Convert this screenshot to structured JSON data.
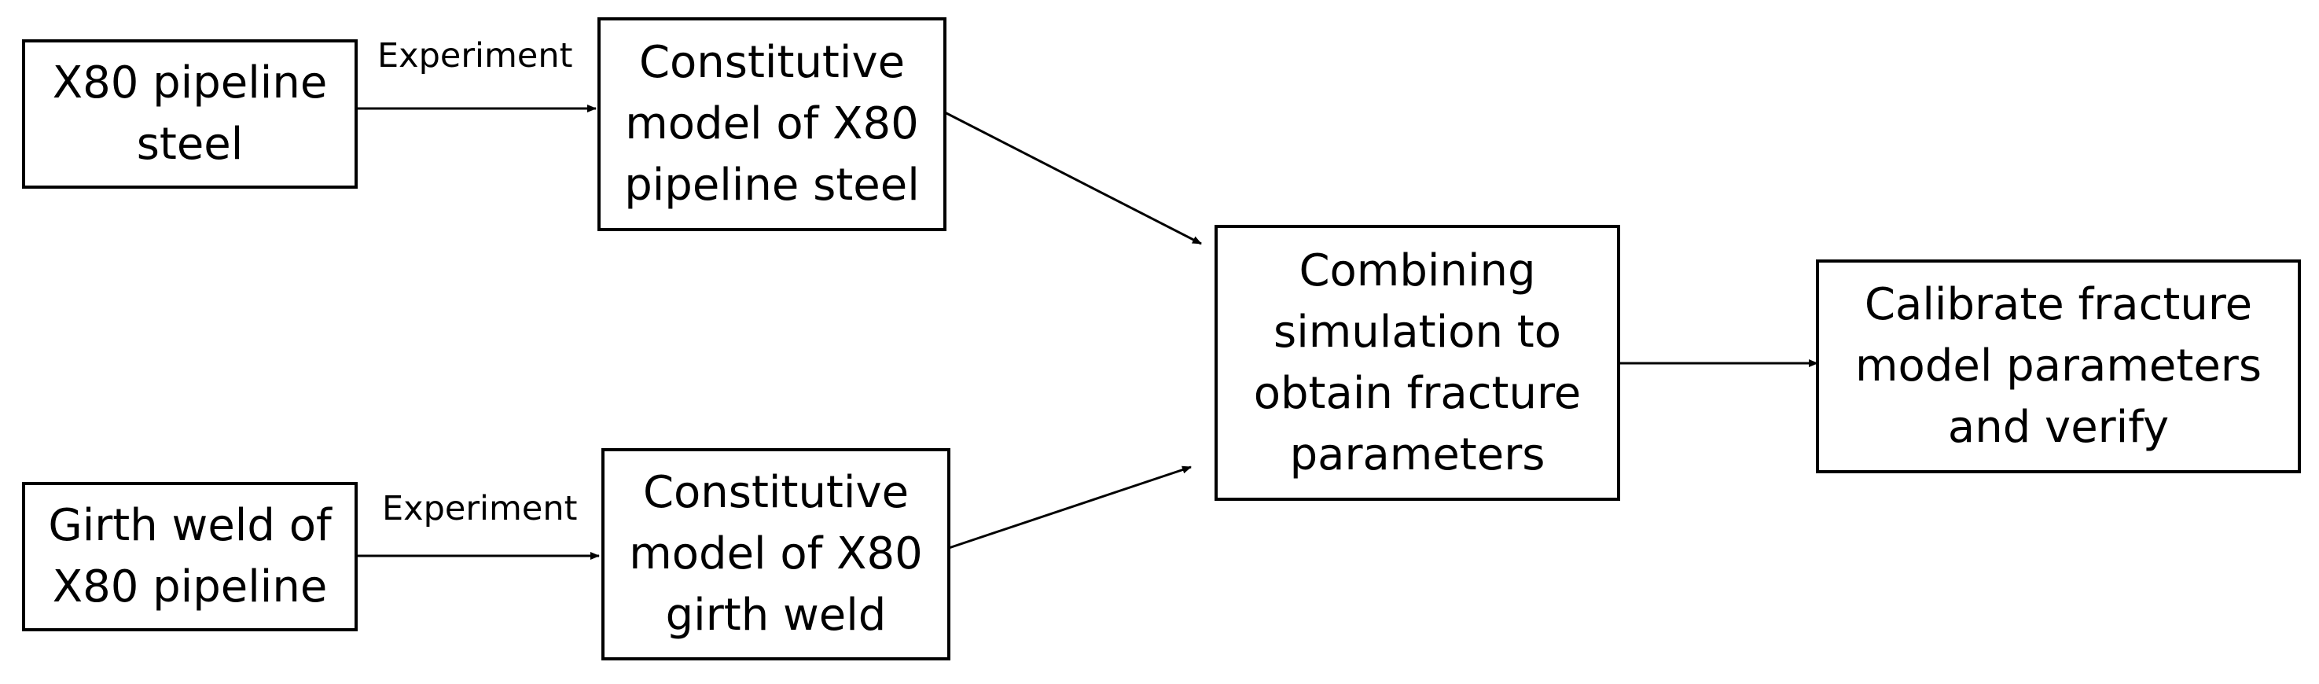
{
  "nodes": {
    "x80_steel": "X80 pipeline\nsteel",
    "girth_weld": "Girth weld of\nX80 pipeline",
    "const_steel": "Constitutive\nmodel of X80\npipeline steel",
    "const_weld": "Constitutive\nmodel of X80\ngirth weld",
    "combine": "Combining\nsimulation to\nobtain fracture\nparameters",
    "calibrate": "Calibrate fracture\nmodel parameters\nand verify"
  },
  "edge_labels": {
    "top": "Experiment",
    "bottom": "Experiment"
  }
}
